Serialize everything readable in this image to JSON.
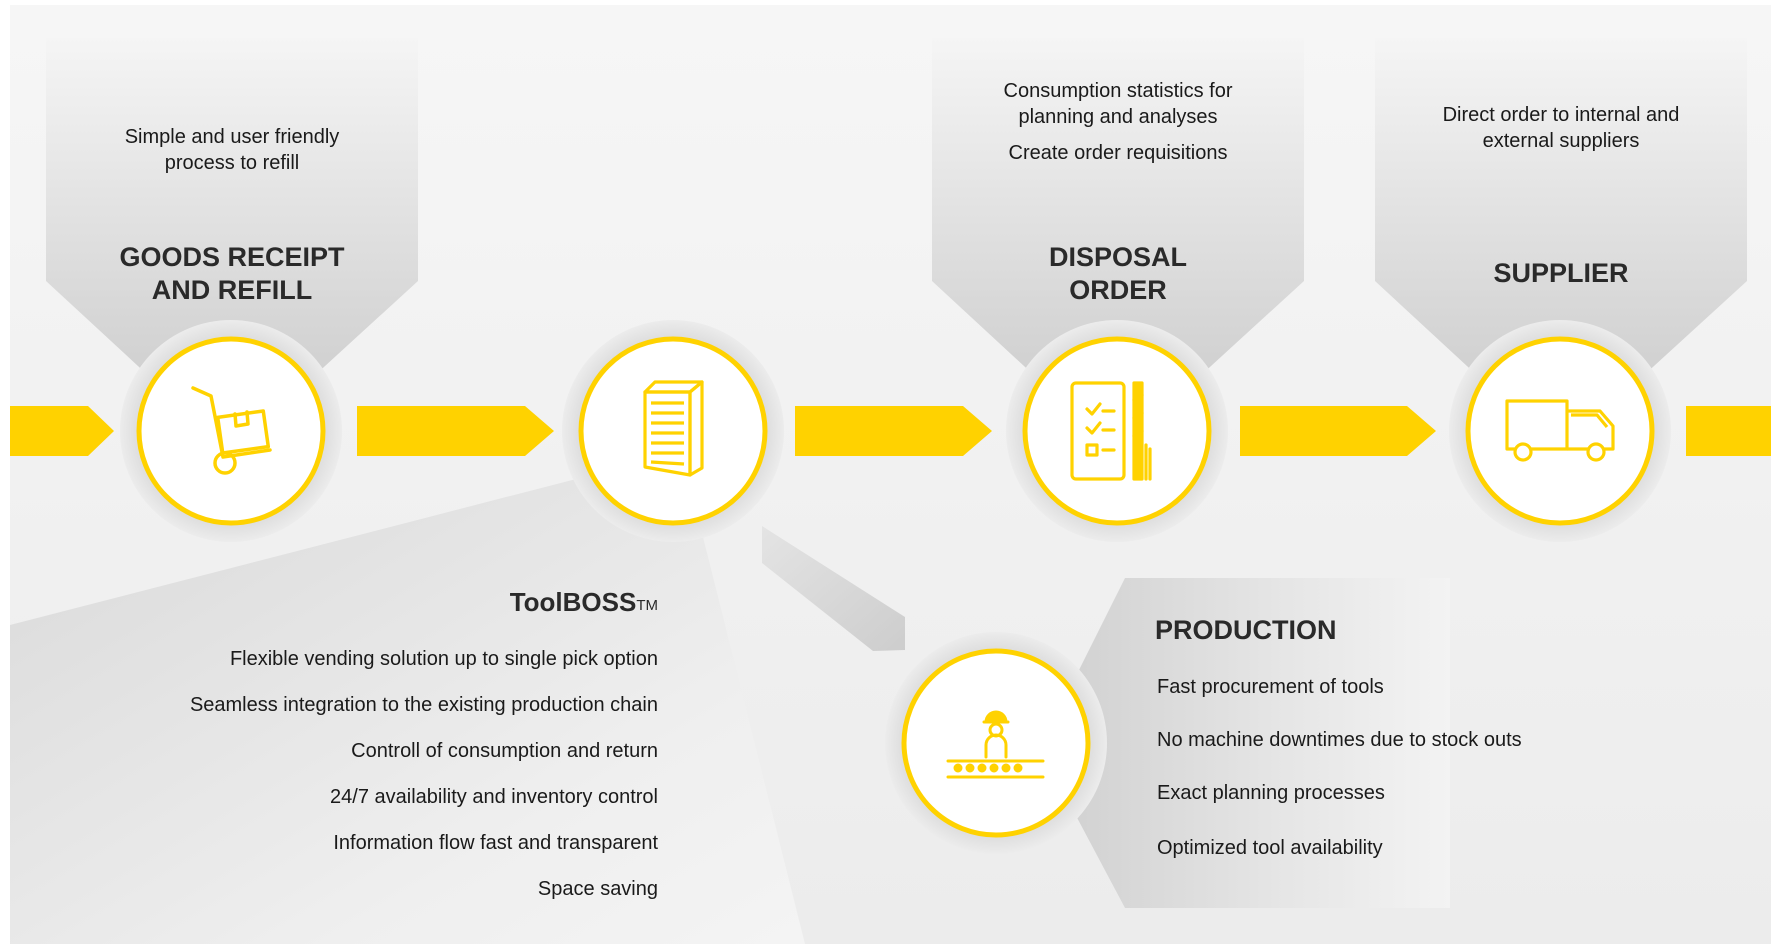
{
  "colors": {
    "accent": "#FFD200",
    "background": "#F1F1F1",
    "panel_top": "#F3F3F3",
    "panel_bottom": "#C9C9C9",
    "text": "#1A1A1A"
  },
  "stages": [
    {
      "id": "goods-receipt",
      "icon": "hand-truck-icon",
      "title_lines": [
        "GOODS RECEIPT",
        "AND REFILL"
      ],
      "description_lines": [
        "Simple and user friendly",
        "process to refill"
      ]
    },
    {
      "id": "disposal-order",
      "icon": "checklist-tool-icon",
      "title_lines": [
        "DISPOSAL",
        "ORDER"
      ],
      "description_lines": [
        "Consumption statistics for",
        "planning and analyses",
        "Create order requisitions"
      ]
    },
    {
      "id": "supplier",
      "icon": "delivery-truck-icon",
      "title_lines": [
        "SUPPLIER"
      ],
      "description_lines": [
        "Direct order to internal and",
        "external suppliers"
      ]
    }
  ],
  "toolboss": {
    "icon": "vending-cabinet-icon",
    "title": "ToolBOSS",
    "trademark": "TM",
    "items": [
      "Flexible vending solution up to single pick option",
      "Seamless integration to the existing production chain",
      "Controll of consumption and return",
      "24/7 availability and inventory control",
      "Information flow fast and transparent",
      "Space saving"
    ]
  },
  "production": {
    "icon": "production-worker-icon",
    "title": "PRODUCTION",
    "items": [
      "Fast procurement of tools",
      "No machine downtimes due to stock outs",
      "Exact planning processes",
      "Optimized tool availability"
    ]
  }
}
